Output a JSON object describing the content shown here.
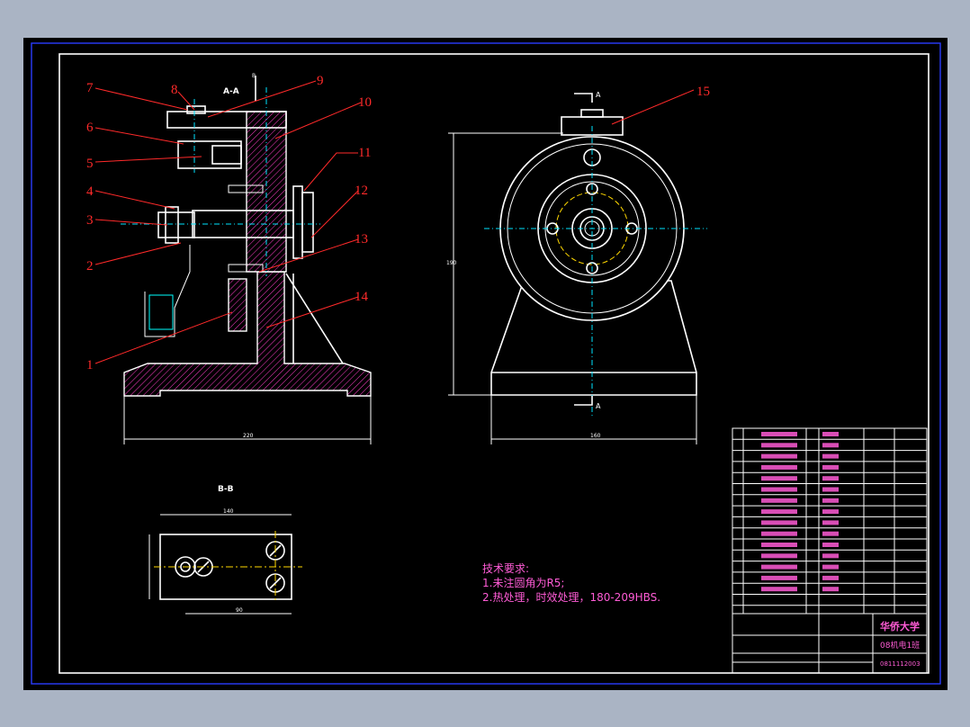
{
  "section_labels": {
    "aa": "A-A",
    "bb": "B-B",
    "a": "A",
    "b": "B"
  },
  "part_numbers": [
    "1",
    "2",
    "3",
    "4",
    "5",
    "6",
    "7",
    "8",
    "9",
    "10",
    "11",
    "12",
    "13",
    "14",
    "15"
  ],
  "tech_requirements": {
    "title": "技术要求:",
    "line1": "1.未注圆角为R5;",
    "line2": "2.热处理，时效处理，180-209HBS."
  },
  "title_block": {
    "school": "华侨大学",
    "class": "08机电1班",
    "student_id": "0811112003"
  },
  "colors": {
    "background": "#000000",
    "outline": "#ffffff",
    "leader": "#ff2a2a",
    "centerline": "#00e5ff",
    "title_text": "#ff5cd6"
  }
}
